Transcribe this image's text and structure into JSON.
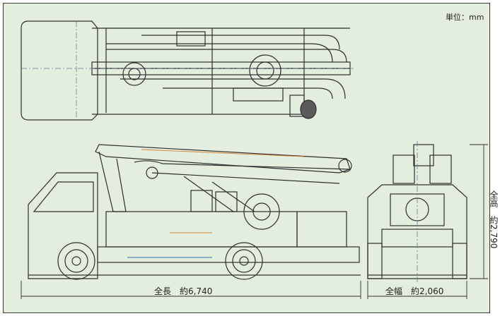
{
  "drawing": {
    "unit_label": "単位：mm",
    "overall_length": "全長　約6,740",
    "overall_width": "全幅　約2,060",
    "overall_height": "全高　約2,790"
  },
  "colors": {
    "background": "#e3eedf",
    "line": "#2f2f2f",
    "orange_line": "#d4873a",
    "blue_line": "#3a6fb5"
  }
}
